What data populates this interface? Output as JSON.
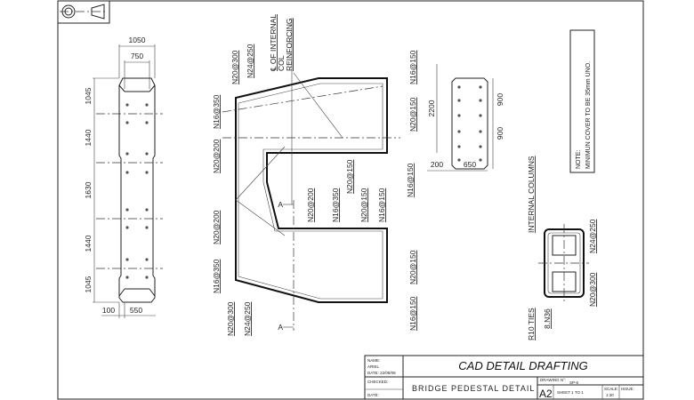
{
  "title_block": {
    "name_label": "NAME:",
    "name_value": "ARIEL",
    "date_label": "DATE: 22/08/08",
    "checked_label": "CHECKED:",
    "date2_label": "DATE:",
    "company": "CAD DETAIL DRAFTING",
    "drawing_title": "BRIDGE PEDESTAL DETAIL",
    "drawing_no_label": "DRAWING N°:",
    "drawing_no": "SP-5",
    "sheet_size": "A2",
    "sheet": "SHEET  1  TO  1",
    "scale_label": "SCALE:",
    "scale": "1:30",
    "issue_label": "ISSUE:"
  },
  "elevation": {
    "dims_top": [
      "1050",
      "750"
    ],
    "dims_side": [
      "1045",
      "1440",
      "1630",
      "1440",
      "1045"
    ],
    "dims_bottom": [
      "100",
      "550"
    ]
  },
  "section": {
    "centerline_note": [
      "℄ OF INTERNAL",
      "COL",
      "REINFORCING"
    ],
    "labels": [
      "N20@300",
      "N24@250",
      "N16@350",
      "N20@200",
      "N20@200",
      "N16@350",
      "N20@300",
      "N24@250",
      "N16@150",
      "N20@150",
      "N20@150",
      "N16@150",
      "N20@200",
      "N16@350",
      "N20@150",
      "N16@150",
      "N20@150",
      "N16@150"
    ],
    "section_marker": "A"
  },
  "plan": {
    "dims": [
      "2200",
      "900",
      "900",
      "200",
      "650"
    ]
  },
  "internal_columns": {
    "title": "INTERNAL COLUMNS",
    "labels": [
      "N24@250",
      "N20@300",
      "R10 TIES",
      "8.N36"
    ]
  },
  "note": {
    "heading": "NOTE:",
    "text": "MINIMUN COVER TO BE 35mm UNO."
  }
}
